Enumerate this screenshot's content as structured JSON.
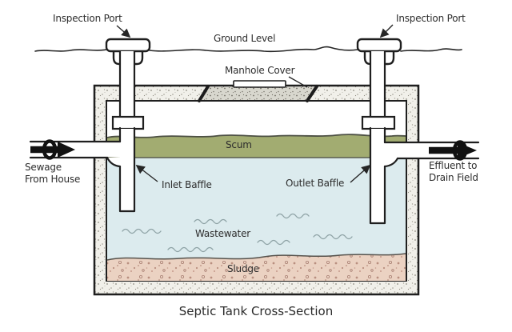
{
  "labels": {
    "inspection_port_left": "Inspection Port",
    "inspection_port_right": "Inspection Port",
    "ground_level": "Ground Level",
    "manhole_cover": "Manhole Cover",
    "scum": "Scum",
    "sewage_source": "Sewage\nFrom House",
    "inlet_baffle": "Inlet Baffle",
    "outlet_baffle": "Outlet Baffle",
    "wastewater": "Wastewater",
    "effluent_destination": "Effluent to\nDrain Field",
    "sludge": "Sludge",
    "title": "Septic Tank Cross-Section"
  },
  "colors": {
    "outline": "#1f1f1f",
    "text": "#2d2d2d",
    "scum": "#a2ac71",
    "wastewater": "#dcebee",
    "sludge_base": "#ebd2c2",
    "wall_base": "#f1f0ea"
  }
}
